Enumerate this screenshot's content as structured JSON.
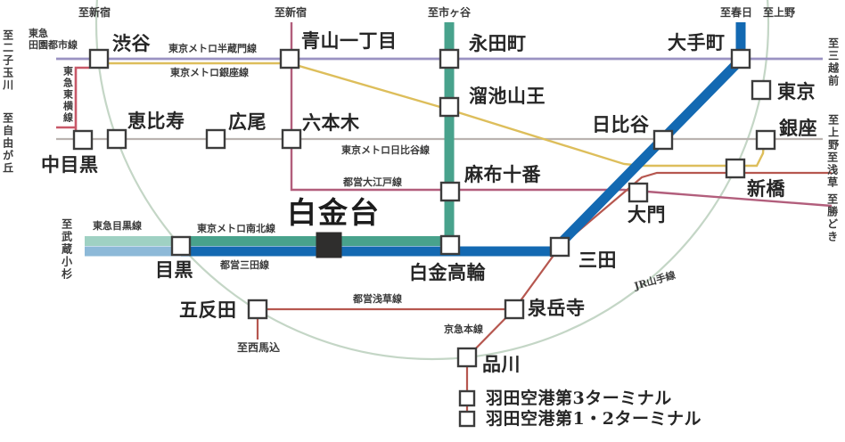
{
  "map_type": "railway-route-diagram",
  "highlight_station": "白金台",
  "stations": [
    {
      "id": "shibuya",
      "label": "渋谷"
    },
    {
      "id": "aoyama-itchome",
      "label": "青山一丁目"
    },
    {
      "id": "nagatacho",
      "label": "永田町"
    },
    {
      "id": "tameike-sanno",
      "label": "溜池山王"
    },
    {
      "id": "otemachi",
      "label": "大手町"
    },
    {
      "id": "tokyo",
      "label": "東京"
    },
    {
      "id": "ginza",
      "label": "銀座"
    },
    {
      "id": "hibiya",
      "label": "日比谷"
    },
    {
      "id": "shimbashi",
      "label": "新橋"
    },
    {
      "id": "ebisu",
      "label": "恵比寿"
    },
    {
      "id": "hiroo",
      "label": "広尾"
    },
    {
      "id": "roppongi",
      "label": "六本木"
    },
    {
      "id": "naka-meguro",
      "label": "中目黒"
    },
    {
      "id": "azabu-juban",
      "label": "麻布十番"
    },
    {
      "id": "daimon",
      "label": "大門"
    },
    {
      "id": "mita",
      "label": "三田"
    },
    {
      "id": "shirokanedai",
      "label": "白金台"
    },
    {
      "id": "shirokane-takanawa",
      "label": "白金高輪"
    },
    {
      "id": "meguro",
      "label": "目黒"
    },
    {
      "id": "gotanda",
      "label": "五反田"
    },
    {
      "id": "sengakuji",
      "label": "泉岳寺"
    },
    {
      "id": "shinagawa",
      "label": "品川"
    },
    {
      "id": "haneda-t3",
      "label": "羽田空港第3ターミナル"
    },
    {
      "id": "haneda-t12",
      "label": "羽田空港第1・2ターミナル"
    }
  ],
  "lines": [
    {
      "id": "jr-yamanote",
      "label": "JR山手線",
      "color": "#c4d6c6"
    },
    {
      "id": "tokyu-denentoshi",
      "label_line1": "東急",
      "label_line2": "田園都市線",
      "color": "#9a92c2"
    },
    {
      "id": "metro-hanzomon",
      "label": "東京メトロ半蔵門線",
      "color": "#9a92c2"
    },
    {
      "id": "metro-ginza",
      "label": "東京メトロ銀座線",
      "color": "#ddbe5b"
    },
    {
      "id": "tokyu-toyoko",
      "label": "東急東横線",
      "color": "#c85868"
    },
    {
      "id": "metro-hibiya",
      "label": "東京メトロ日比谷線",
      "color": "#bab3b0"
    },
    {
      "id": "toei-oedo",
      "label": "都営大江戸線",
      "color": "#b25e7c"
    },
    {
      "id": "metro-namboku",
      "label": "東京メトロ南北線",
      "color": "#48a28c"
    },
    {
      "id": "toei-mita",
      "label": "都営三田線",
      "color": "#1369b2"
    },
    {
      "id": "tokyu-meguro",
      "label": "東急目黒線",
      "color_top": "#9fd1c3",
      "color_bottom": "#8db9d8"
    },
    {
      "id": "toei-asakusa",
      "label": "都営浅草線",
      "color": "#b6574f"
    },
    {
      "id": "keikyu-main",
      "label": "京急本線",
      "color": "#b6574f"
    }
  ],
  "directions": [
    {
      "id": "top-jr-shinjuku",
      "label": "至新宿"
    },
    {
      "id": "top-oedo-shinjuku",
      "label": "至新宿"
    },
    {
      "id": "top-ichigaya",
      "label": "至市ヶ谷"
    },
    {
      "id": "top-kasuga",
      "label": "至春日"
    },
    {
      "id": "top-jr-ueno",
      "label": "至上野"
    },
    {
      "id": "left-futakotamagawa",
      "label": "至二子玉川"
    },
    {
      "id": "left-jiyugaoka",
      "label": "至自由が丘"
    },
    {
      "id": "left-musashikosugi",
      "label": "至武蔵小杉"
    },
    {
      "id": "right-mitsukoshimae",
      "label": "至三越前"
    },
    {
      "id": "right-ueno",
      "label": "至上野"
    },
    {
      "id": "right-asakusa",
      "label": "至浅草"
    },
    {
      "id": "right-kachidoki",
      "label": "至勝どき"
    },
    {
      "id": "bottom-nishimagome",
      "label": "至西馬込"
    }
  ]
}
